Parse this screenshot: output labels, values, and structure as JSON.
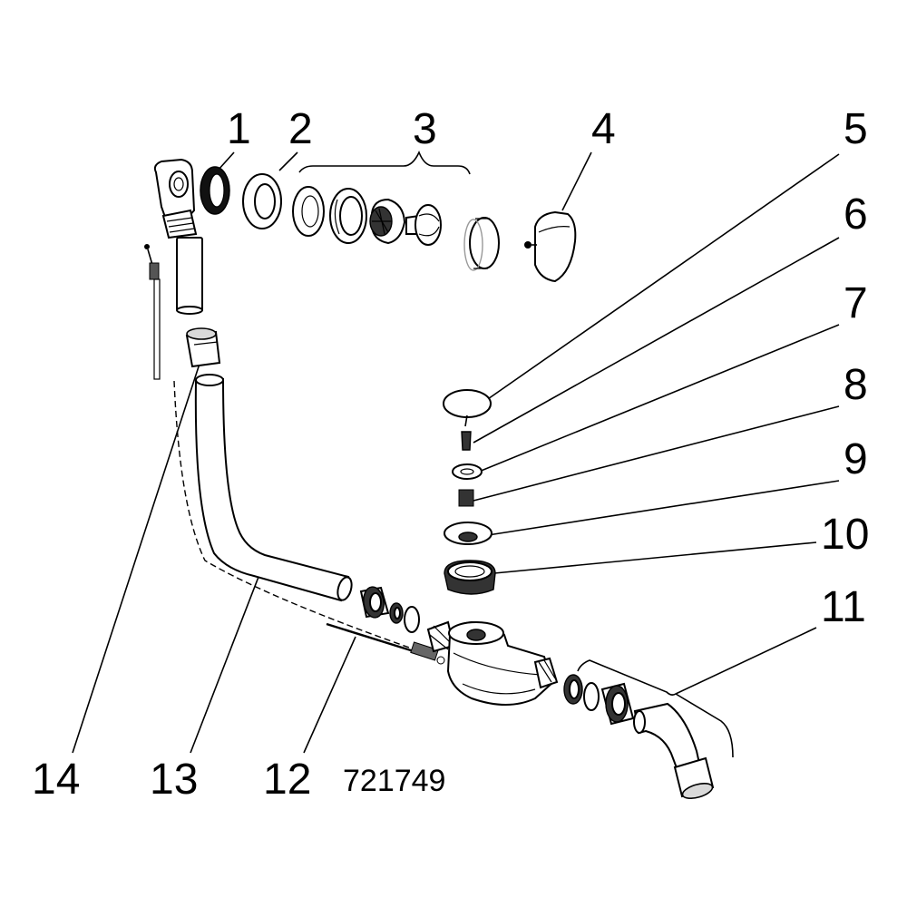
{
  "diagram": {
    "callouts": [
      "1",
      "2",
      "3",
      "4",
      "5",
      "6",
      "7",
      "8",
      "9",
      "10",
      "11",
      "12",
      "13",
      "14"
    ],
    "article_number": "721749"
  },
  "colors": {
    "line": "#000000",
    "background": "#ffffff",
    "fill_light": "#d9d9d9"
  }
}
